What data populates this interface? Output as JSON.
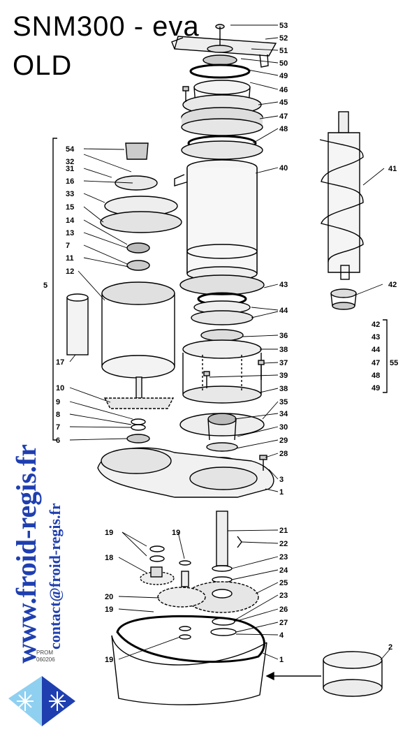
{
  "title": {
    "line1": "SNM300 - eva",
    "line2": "OLD"
  },
  "watermark": {
    "site": "www.froid-regis.fr",
    "contact": "contact@froid-regis.fr",
    "stamp_line1": "PROM",
    "stamp_line2": "060206",
    "color": "#1f3fb0"
  },
  "callouts": {
    "right_top": [
      "53",
      "52",
      "51",
      "50",
      "49",
      "46",
      "45",
      "47",
      "48",
      "40"
    ],
    "right_mid": [
      "43",
      "44",
      "36",
      "38",
      "37",
      "39",
      "38",
      "35",
      "34",
      "30",
      "29",
      "28",
      "3",
      "1"
    ],
    "right_low": [
      "21",
      "22",
      "23",
      "24",
      "25",
      "23",
      "26",
      "27",
      "4",
      "1"
    ],
    "auger": [
      "41",
      "42"
    ],
    "kit": [
      "42",
      "43",
      "44",
      "47",
      "48",
      "49"
    ],
    "kit_group": "55",
    "left_motor": [
      "54",
      "32",
      "31",
      "16",
      "33",
      "15",
      "14",
      "13",
      "7",
      "11",
      "12",
      "17"
    ],
    "left_group": "5",
    "left_low": [
      "10",
      "9",
      "8",
      "7",
      "6"
    ],
    "gear_left": [
      "19",
      "19",
      "18",
      "20",
      "19",
      "19"
    ],
    "box": "2"
  }
}
